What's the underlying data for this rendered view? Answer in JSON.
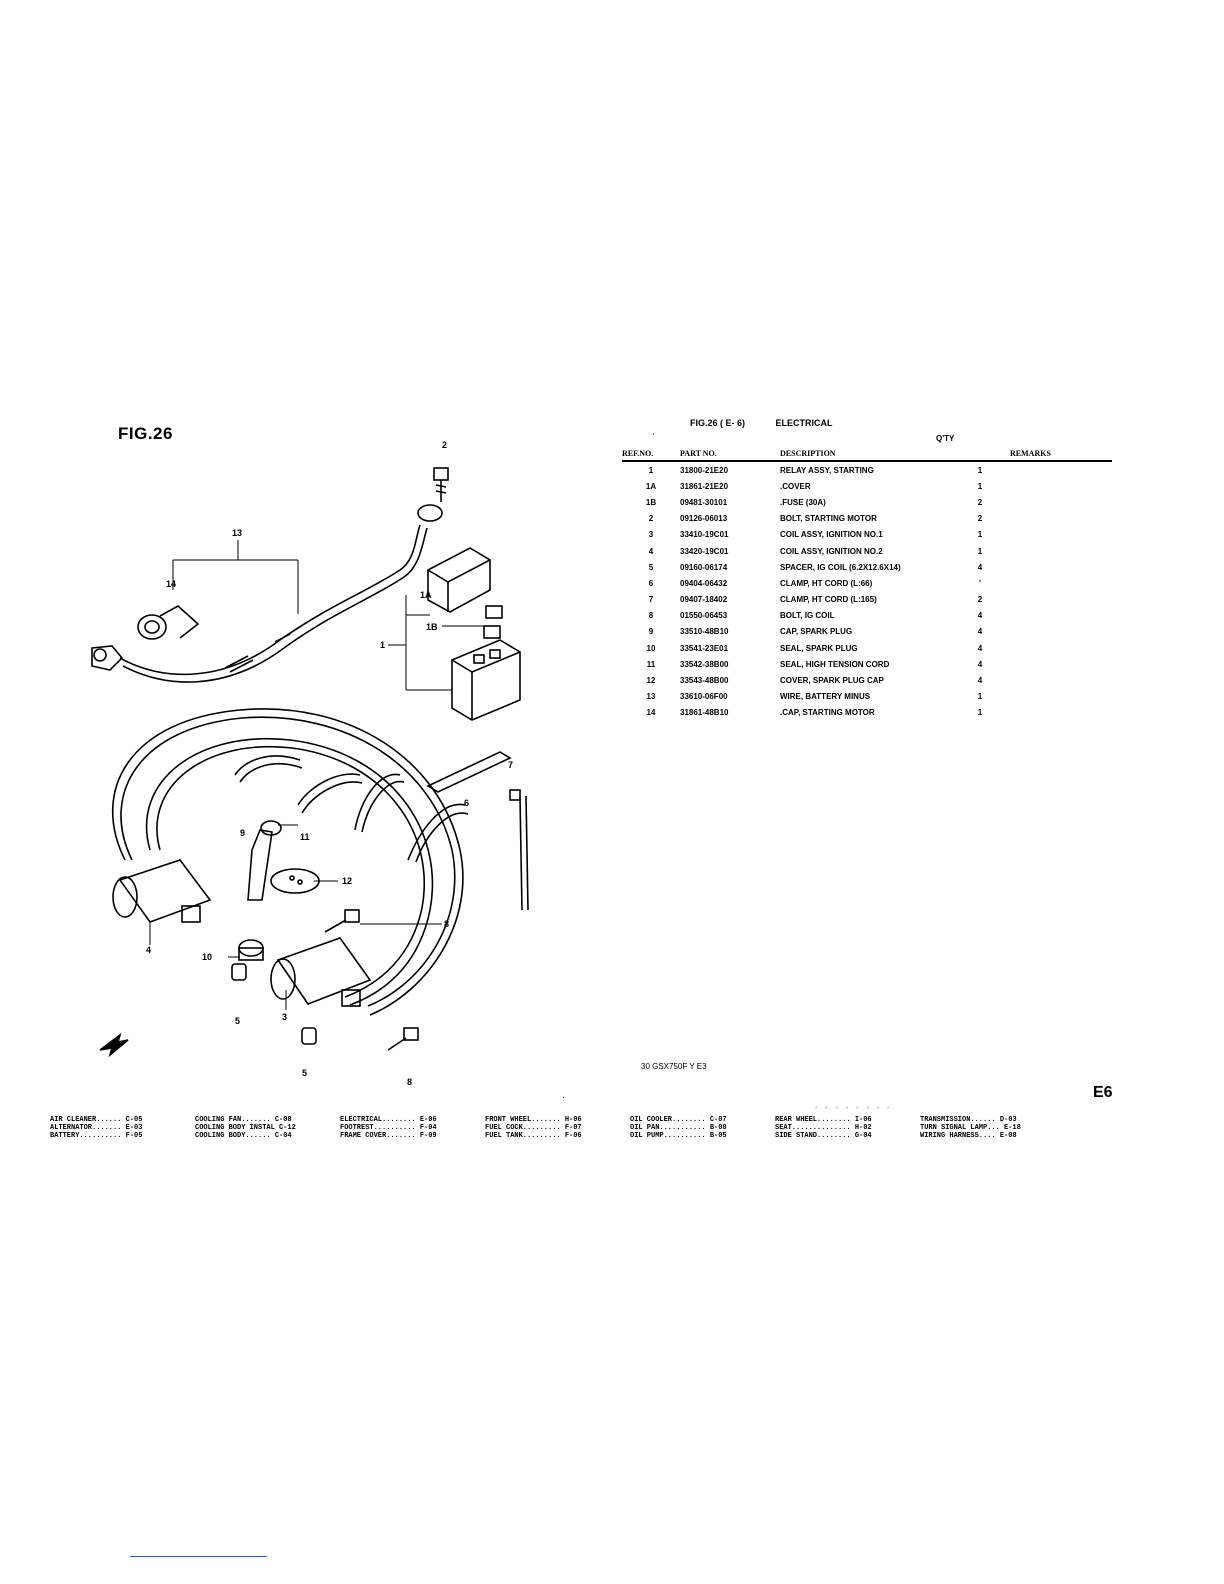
{
  "figure": {
    "label": "FIG.26"
  },
  "parts_list": {
    "figure_ref": "FIG.26 ( E- 6)",
    "section": "ELECTRICAL",
    "qty_label": "Q'TY",
    "marker": "'",
    "headers": {
      "ref": "REF.NO.",
      "part": "PART NO.",
      "desc": "DESCRIPTION",
      "remarks": "REMARKS"
    },
    "rows": [
      {
        "ref": "1",
        "part": "31800-21E20",
        "desc": "RELAY ASSY, STARTING",
        "qty": "1"
      },
      {
        "ref": "1A",
        "part": "31861-21E20",
        "desc": ".COVER",
        "qty": "1"
      },
      {
        "ref": "1B",
        "part": "09481-30101",
        "desc": ".FUSE (30A)",
        "qty": "2"
      },
      {
        "ref": "2",
        "part": "09126-06013",
        "desc": "BOLT, STARTING MOTOR",
        "qty": "2"
      },
      {
        "ref": "3",
        "part": "33410-19C01",
        "desc": "COIL ASSY, IGNITION NO.1",
        "qty": "1"
      },
      {
        "ref": "4",
        "part": "33420-19C01",
        "desc": "COIL ASSY, IGNITION NO.2",
        "qty": "1"
      },
      {
        "ref": "5",
        "part": "09160-06174",
        "desc": "SPACER, IG COIL (6.2X12.6X14)",
        "qty": "4"
      },
      {
        "ref": "6",
        "part": "09404-06432",
        "desc": "CLAMP, HT CORD (L:66)",
        "qty": "'"
      },
      {
        "ref": "7",
        "part": "09407-18402",
        "desc": "CLAMP, HT CORD (L:165)",
        "qty": "2"
      },
      {
        "ref": "8",
        "part": "01550-06453",
        "desc": "BOLT, IG COIL",
        "qty": "4"
      },
      {
        "ref": "9",
        "part": "33510-48B10",
        "desc": "CAP, SPARK PLUG",
        "qty": "4"
      },
      {
        "ref": "10",
        "part": "33541-23E01",
        "desc": "SEAL, SPARK PLUG",
        "qty": "4"
      },
      {
        "ref": "11",
        "part": "33542-38B00",
        "desc": "SEAL, HIGH TENSION CORD",
        "qty": "4"
      },
      {
        "ref": "12",
        "part": "33543-48B00",
        "desc": "COVER, SPARK PLUG CAP",
        "qty": "4"
      },
      {
        "ref": "13",
        "part": "33610-06F00",
        "desc": "WIRE, BATTERY MINUS",
        "qty": "1"
      },
      {
        "ref": "14",
        "part": "31861-48B10",
        "desc": ".CAP, STARTING MOTOR",
        "qty": "1"
      }
    ]
  },
  "diagram": {
    "callouts": {
      "c1": "1",
      "c1a": "1A",
      "c1b": "1B",
      "c2": "2",
      "c3": "3",
      "c4": "4",
      "c5a": "5",
      "c5b": "5",
      "c6": "6",
      "c7": "7",
      "c8a": "8",
      "c8b": "8",
      "c9": "9",
      "c10": "10",
      "c11": "11",
      "c12": "12",
      "c13": "13",
      "c14": "14"
    }
  },
  "footer": {
    "code": "30 GSX750F Y E3",
    "page": "E6",
    "dot": ".",
    "dashes": "- - - - - - - -"
  },
  "index": {
    "rows": [
      [
        "AIR CLEANER...... C-05",
        "COOLING FAN....... C-08",
        "ELECTRICAL........ E-06",
        "FRONT WHEEL....... H-06",
        "OIL COOLER........ C-07",
        "REAR WHEEL........ I-06",
        "TRANSMISSION...... D-03"
      ],
      [
        "ALTERNATOR....... E-03",
        "COOLING BODY INSTAL C-12",
        "FOOTREST.......... F-04",
        "FUEL COCK......... F-07",
        "OIL PAN........... B-08",
        "SEAT.............. H-02",
        "TURN SIGNAL LAMP... E-18"
      ],
      [
        "BATTERY.......... F-05",
        "COOLING BODY...... C-04",
        "FRAME COVER....... F-09",
        "FUEL TANK......... F-06",
        "OIL PUMP.......... B-05",
        "SIDE STAND........ G-04",
        "WIRING HARNESS.... E-08"
      ]
    ]
  }
}
